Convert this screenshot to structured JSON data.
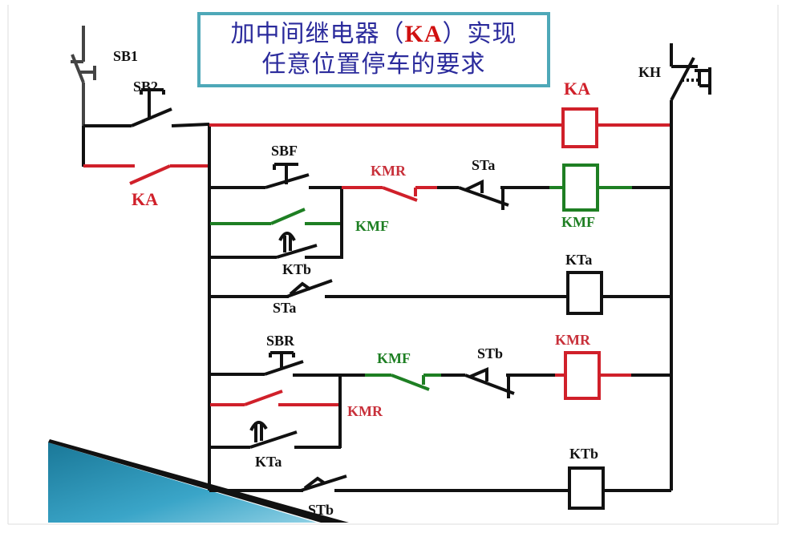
{
  "title": {
    "line1_prefix": "加中间继电器（",
    "line1_accent": "KA",
    "line1_suffix": "）实现",
    "line2": "任意位置停车的要求"
  },
  "colors": {
    "black": "#111111",
    "red": "#d0202a",
    "green": "#1e7f23",
    "title_border": "#4ea8b8",
    "title_text": "#2b2b9c",
    "title_accent": "#d01010",
    "decor_blue": "#2a8db0"
  },
  "labels": {
    "sb1": "SB1",
    "sb2": "SB2",
    "ka_contact": "KA",
    "kh": "KH",
    "ka_coil": "KA",
    "sbf": "SBF",
    "kmr_nc_top": "KMR",
    "sta_nc_top": "STa",
    "kmf_coil": "KMF",
    "kmf_no": "KMF",
    "ktb_contact": "KTb",
    "sta_no": "STa",
    "kta_coil": "KTa",
    "sbr": "SBR",
    "kmf_nc_bottom": "KMF",
    "stb_nc": "STb",
    "kmr_coil": "KMR",
    "kmr_no": "KMR",
    "kta_contact": "KTa",
    "stb_no": "STb",
    "ktb_coil": "KTb"
  }
}
